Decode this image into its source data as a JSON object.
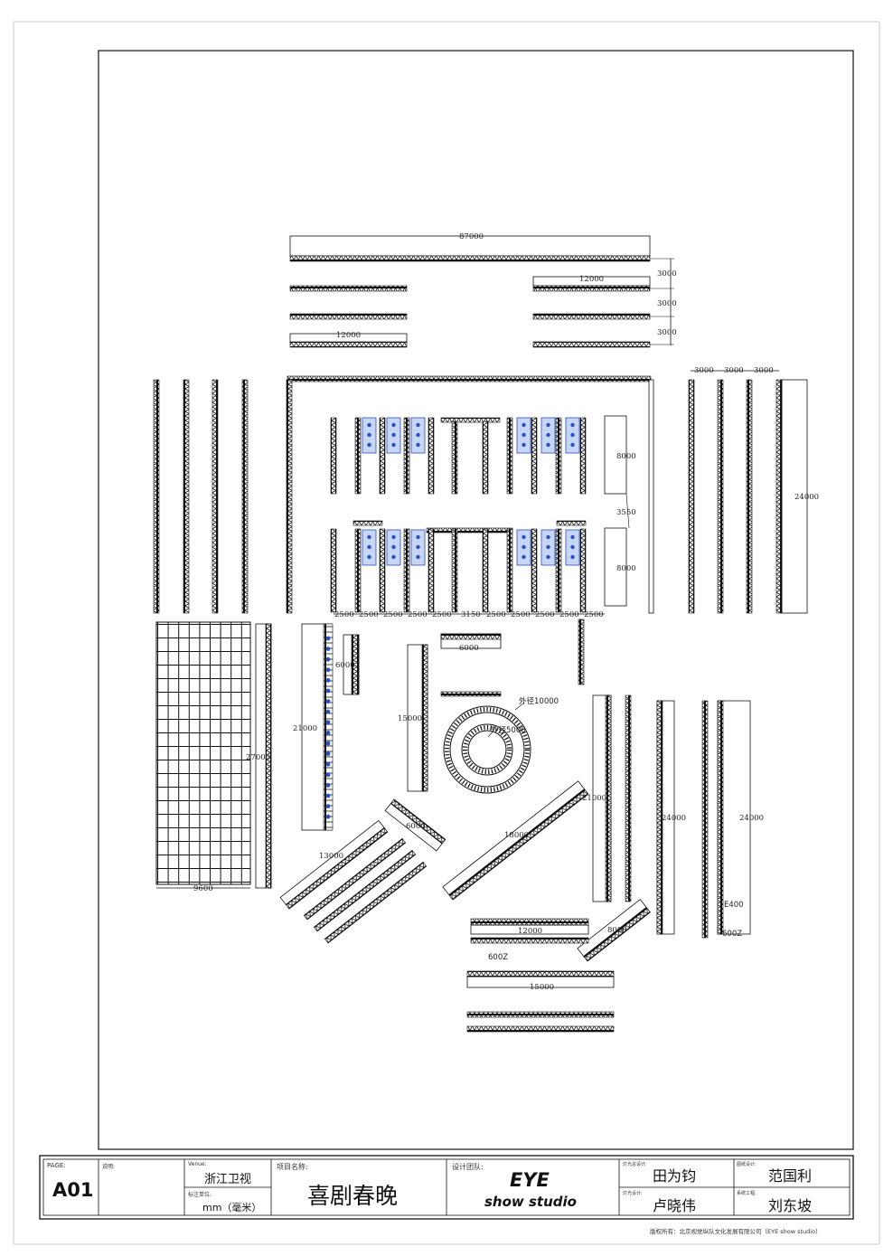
{
  "dimensions": {
    "d87000": "87000",
    "d42000_a": "12000",
    "d3000_a": "3000",
    "d3000_b": "3000",
    "d3000_c": "3000",
    "d42000_b": "12000",
    "d3000_top1": "3000",
    "d3000_top2": "3000",
    "d3000_top3": "3000",
    "d8000_a": "8000",
    "d3550": "3550",
    "d8000_b": "8000",
    "d24000_a": "24000",
    "row_spacing": [
      "2500",
      "2500",
      "2500",
      "2500",
      "2500",
      "3150",
      "2500",
      "2500",
      "2500",
      "2500",
      "2500"
    ],
    "d6000_a": "6000",
    "d6000_b": "6000",
    "d21000_a": "21000",
    "d27000": "27000",
    "d15000_a": "15000",
    "d9600": "9600",
    "outer10000": "外径10000",
    "outer5000": "外径5000",
    "d18000": "18000",
    "d6000_c": "6000",
    "d13000": "13000",
    "d21000_b": "21000",
    "d24000_b": "24000",
    "d24000_c": "24000",
    "e400": "E400",
    "d600z_a": "600Z",
    "d42000_c": "12000",
    "d600z_b": "600Z",
    "d8000_c": "8000",
    "d15000_b": "15000"
  },
  "title_block": {
    "page_label": "PAGE:",
    "page_value": "A01",
    "note_label": "说明:",
    "venue_label": "Venue:",
    "venue_value": "浙江卫视",
    "unit_label": "标注单位:",
    "unit_value": "mm（毫米）",
    "project_label": "项目名称:",
    "project_value": "喜剧春晚",
    "team_label": "设计团队:",
    "logo_line1": "EYE",
    "logo_line2": "show studio",
    "lighting_director_label": "灯光总设计:",
    "lighting_director_value": "田为钧",
    "lighting_designer_label": "灯光设计:",
    "lighting_designer_value": "卢晓伟",
    "drawing_designer_label": "图纸设计:",
    "drawing_designer_value": "范国利",
    "engineer_label": "系统工程:",
    "engineer_value": "刘东坡",
    "copyright": "版权所有：北京视觉纵队文化发展有限公司（EYE show studio）"
  }
}
